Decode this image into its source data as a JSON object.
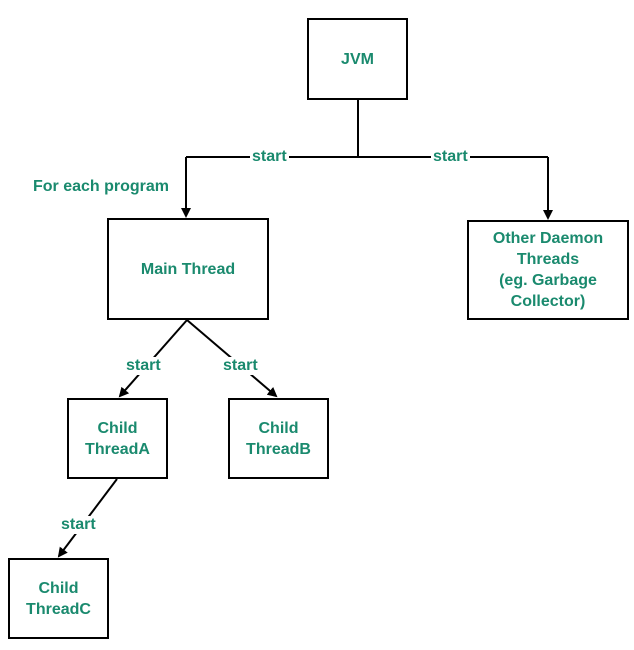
{
  "colors": {
    "text": "#1a8a6e",
    "line": "#000000",
    "background": "#ffffff"
  },
  "nodes": {
    "jvm": "JVM",
    "main_thread": "Main Thread",
    "daemon": "Other Daemon\nThreads\n(eg. Garbage\nCollector)",
    "child_a": "Child\nThreadA",
    "child_b": "Child\nThreadB",
    "child_c": "Child\nThreadC"
  },
  "edges": {
    "jvm_to_main": "start",
    "jvm_to_daemon": "start",
    "main_to_child_a": "start",
    "main_to_child_b": "start",
    "child_a_to_child_c": "start"
  },
  "annotations": {
    "for_each_program": "For each program"
  }
}
